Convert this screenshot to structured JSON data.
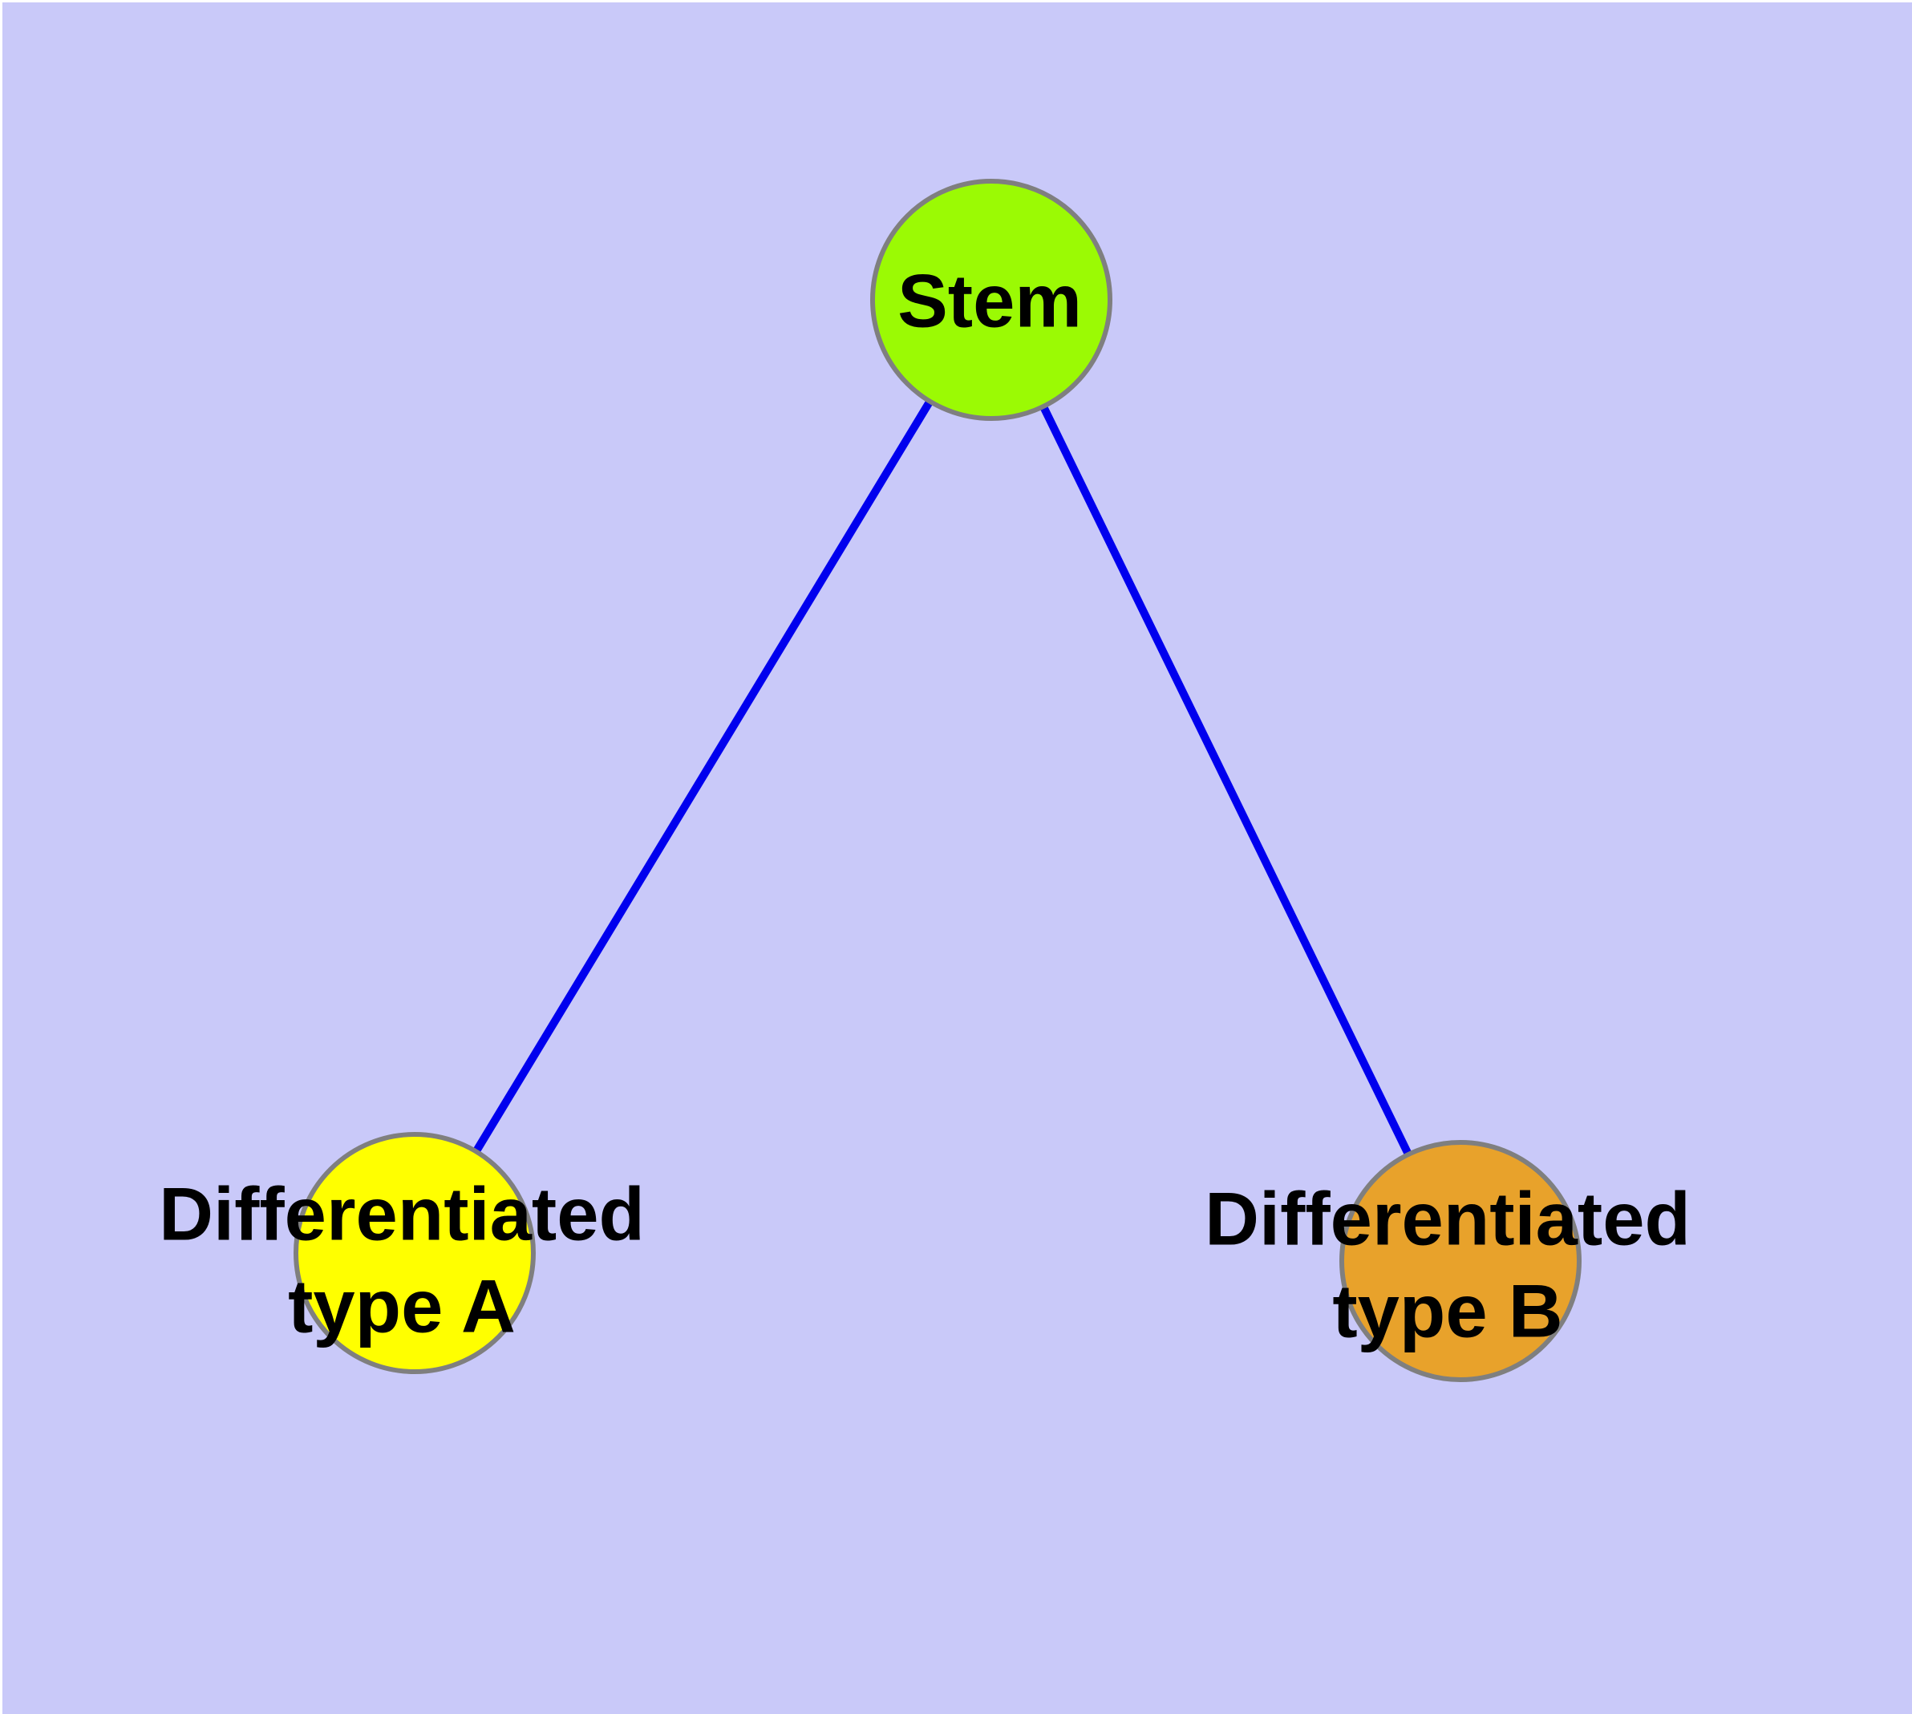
{
  "canvas": {
    "background": "#C9C9F9",
    "margin_color": "#FFFFFF"
  },
  "nodes": {
    "stem": {
      "label": "Stem",
      "fill": "#9BFA04",
      "border": "#7F7F7F"
    },
    "type_a": {
      "label": "Differentiated\ntype A",
      "fill": "#FFFF00",
      "border": "#7F7F7F"
    },
    "type_b": {
      "label": "Differentiated\ntype B",
      "fill": "#E8A22B",
      "border": "#7F7F7F"
    }
  },
  "edges": {
    "color": "#0000EE",
    "stem_to_type_a": {
      "from": "Stem",
      "to": "Differentiated type A"
    },
    "stem_to_type_b": {
      "from": "Stem",
      "to": "Differentiated type B"
    }
  }
}
